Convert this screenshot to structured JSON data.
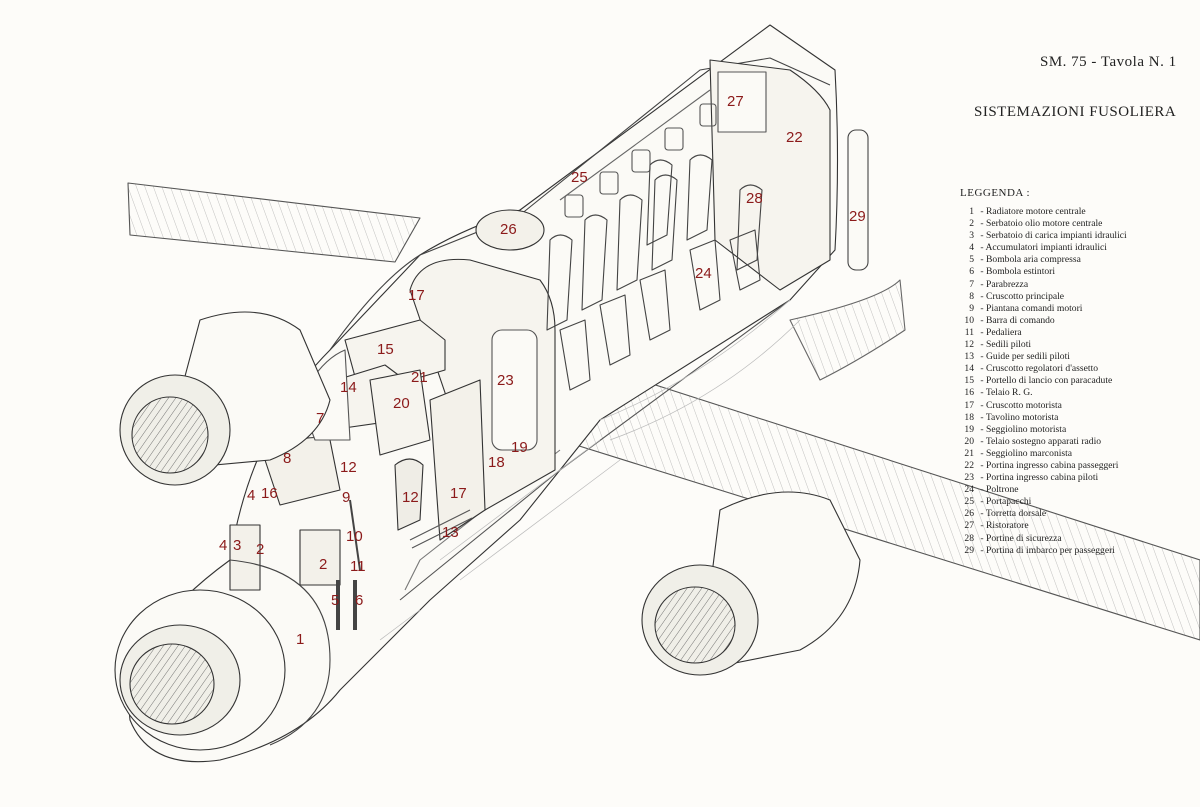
{
  "header": {
    "plate": "SM. 75 - Tavola N. 1",
    "title": "SISTEMAZIONI FUSOLIERA"
  },
  "legend": {
    "heading": "LEGGENDA :",
    "items": [
      {
        "n": "1",
        "text": "Radiatore motore centrale"
      },
      {
        "n": "2",
        "text": "Serbatoio olio motore centrale"
      },
      {
        "n": "3",
        "text": "Serbatoio di carica impianti idraulici"
      },
      {
        "n": "4",
        "text": "Accumulatori impianti idraulici"
      },
      {
        "n": "5",
        "text": "Bombola aria compressa"
      },
      {
        "n": "6",
        "text": "Bombola estintori"
      },
      {
        "n": "7",
        "text": "Parabrezza"
      },
      {
        "n": "8",
        "text": "Cruscotto principale"
      },
      {
        "n": "9",
        "text": "Piantana comandi motori"
      },
      {
        "n": "10",
        "text": "Barra di comando"
      },
      {
        "n": "11",
        "text": "Pedaliera"
      },
      {
        "n": "12",
        "text": "Sedili piloti"
      },
      {
        "n": "13",
        "text": "Guide per sedili piloti"
      },
      {
        "n": "14",
        "text": "Cruscotto regolatori d'assetto"
      },
      {
        "n": "15",
        "text": "Portello di lancio con paracadute"
      },
      {
        "n": "16",
        "text": "Telaio R. G."
      },
      {
        "n": "17",
        "text": "Cruscotto motorista"
      },
      {
        "n": "18",
        "text": "Tavolino motorista"
      },
      {
        "n": "19",
        "text": "Seggiolino motorista"
      },
      {
        "n": "20",
        "text": "Telaio sostegno apparati radio"
      },
      {
        "n": "21",
        "text": "Seggiolino marconista"
      },
      {
        "n": "22",
        "text": "Portina ingresso cabina passeggeri"
      },
      {
        "n": "23",
        "text": "Portina ingresso cabina piloti"
      },
      {
        "n": "24",
        "text": "Poltrone"
      },
      {
        "n": "25",
        "text": "Portapacchi"
      },
      {
        "n": "26",
        "text": "Torretta dorsale"
      },
      {
        "n": "27",
        "text": "Ristoratore"
      },
      {
        "n": "28",
        "text": "Portine di sicurezza"
      },
      {
        "n": "29",
        "text": "Portina di imbarco per passeggeri"
      }
    ]
  },
  "callouts": [
    "1",
    "2",
    "2",
    "3",
    "4",
    "4",
    "5",
    "6",
    "7",
    "8",
    "9",
    "10",
    "11",
    "12",
    "12",
    "13",
    "14",
    "15",
    "16",
    "17",
    "17",
    "18",
    "19",
    "20",
    "21",
    "22",
    "23",
    "24",
    "25",
    "26",
    "27",
    "28",
    "29"
  ],
  "colors": {
    "callout": "#8b1a1a",
    "ink": "#333333",
    "paper": "#fdfcf9"
  }
}
